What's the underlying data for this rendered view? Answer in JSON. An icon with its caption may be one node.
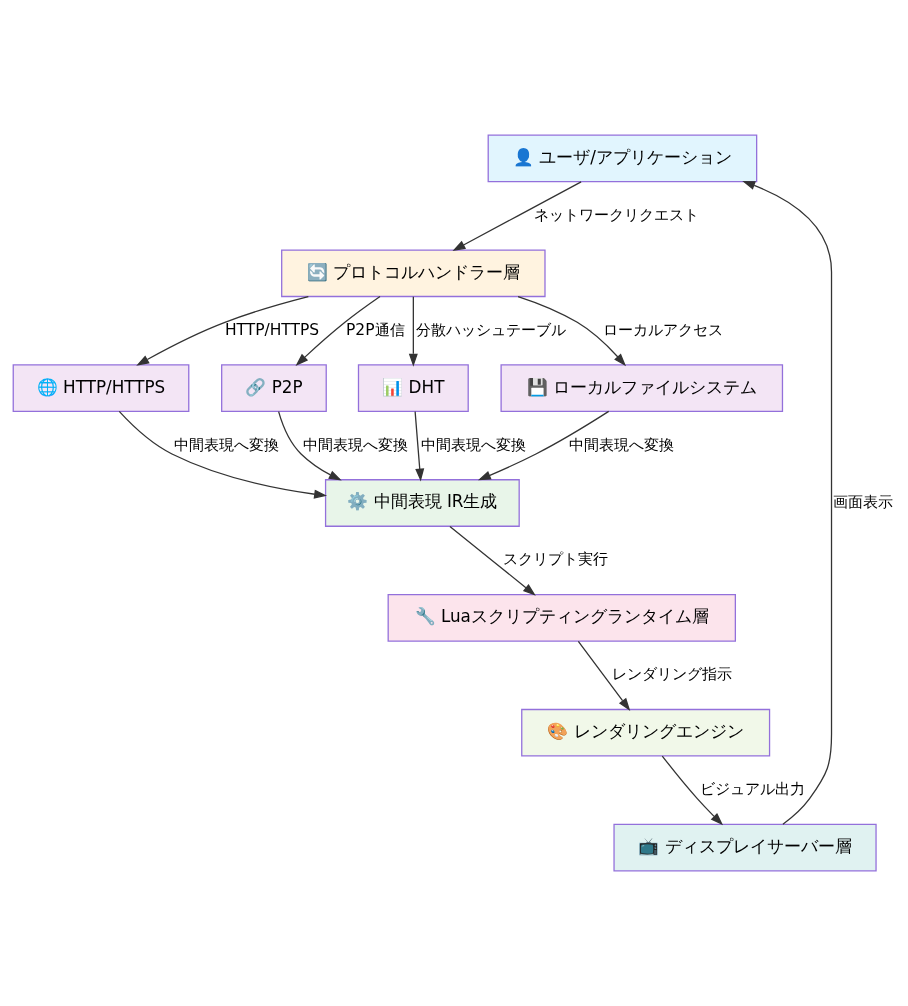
{
  "diagram": {
    "nodes": [
      {
        "text": [
          "👤 ユーザ/アプリケーション"
        ]
      },
      {
        "text": [
          "🔄 プロトコルハンドラー層"
        ]
      },
      {
        "text": [
          "🌐 HTTP/HTTPS"
        ]
      },
      {
        "text": [
          "🔗 P2P"
        ]
      },
      {
        "text": [
          "📊 DHT"
        ]
      },
      {
        "text": [
          "💾 ローカルファイルシステム"
        ]
      },
      {
        "text": [
          "⚙️ 中間表現 IR生成"
        ]
      },
      {
        "text": [
          "🔧 Luaスクリプティングランタイム層"
        ]
      },
      {
        "text": [
          "🎨 レンダリングエンジン"
        ]
      },
      {
        "text": [
          "📺 ディスプレイサーバー層"
        ]
      }
    ],
    "edges": [
      {
        "from": 0,
        "to": 1,
        "arrow": "to",
        "label": "ネットワークリクエスト"
      },
      {
        "from": 1,
        "to": 2,
        "arrow": "to",
        "label": "HTTP/HTTPS"
      },
      {
        "from": 1,
        "to": 3,
        "arrow": "to",
        "label": "P2P通信"
      },
      {
        "from": 1,
        "to": 4,
        "arrow": "to",
        "label": "分散ハッシュテーブル"
      },
      {
        "from": 1,
        "to": 5,
        "arrow": "to",
        "label": "ローカルアクセス"
      },
      {
        "from": 2,
        "to": 6,
        "arrow": "to",
        "label": "中間表現へ変換"
      },
      {
        "from": 3,
        "to": 6,
        "arrow": "to",
        "label": "中間表現へ変換"
      },
      {
        "from": 4,
        "to": 6,
        "arrow": "to",
        "label": "中間表現へ変換"
      },
      {
        "from": 5,
        "to": 6,
        "arrow": "to",
        "label": "中間表現へ変換"
      },
      {
        "from": 6,
        "to": 7,
        "arrow": "to",
        "label": "スクリプト実行"
      },
      {
        "from": 7,
        "to": 8,
        "arrow": "to",
        "label": "レンダリング指示"
      },
      {
        "from": 8,
        "to": 9,
        "arrow": "to",
        "label": "ビジュアル出力"
      },
      {
        "from": 9,
        "to": 0,
        "arrow": "to",
        "label": "画面表示"
      }
    ]
  }
}
